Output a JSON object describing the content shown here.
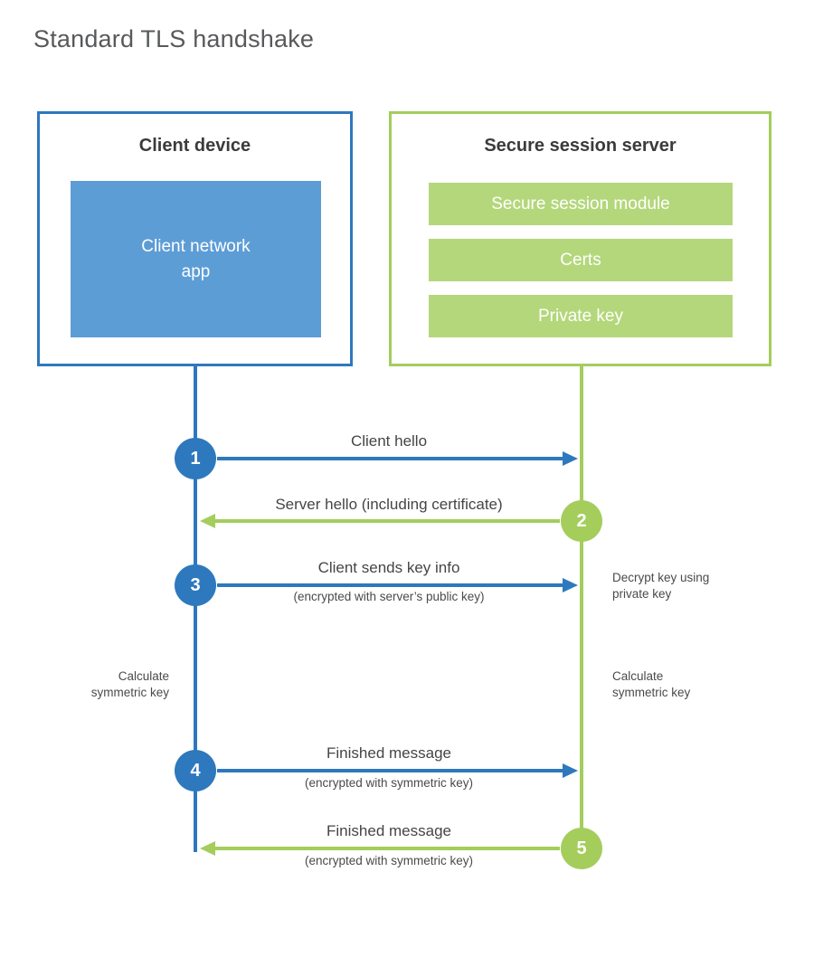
{
  "title": "Standard TLS handshake",
  "colors": {
    "blue_line": "#2e78bd",
    "blue_fill": "#5d9dd6",
    "green_line": "#a4cd5c",
    "green_fill": "#b4d77b"
  },
  "client_box": {
    "title": "Client device",
    "app": "Client network\napp"
  },
  "server_box": {
    "title": "Secure session server",
    "modules": [
      "Secure session module",
      "Certs",
      "Private key"
    ]
  },
  "steps": [
    {
      "num": "1",
      "label": "Client hello",
      "sub": ""
    },
    {
      "num": "2",
      "label": "Server hello (including certificate)",
      "sub": ""
    },
    {
      "num": "3",
      "label": "Client sends key info",
      "sub": "(encrypted with server’s public key)"
    },
    {
      "num": "4",
      "label": "Finished message",
      "sub": "(encrypted with symmetric key)"
    },
    {
      "num": "5",
      "label": "Finished message",
      "sub": "(encrypted with symmetric key)"
    }
  ],
  "notes": {
    "decrypt": "Decrypt key using\nprivate key",
    "calc_client": "Calculate\nsymmetric key",
    "calc_server": "Calculate\nsymmetric key"
  }
}
